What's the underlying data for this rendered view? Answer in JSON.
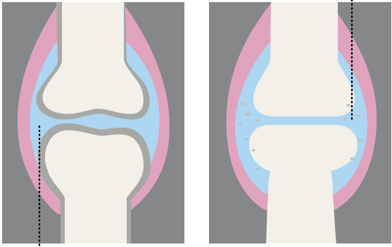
{
  "colors": {
    "page_background": "#ffffff",
    "panel_background": "#858789",
    "bone": "#f2f0e8",
    "synovial_fluid": "#acd6f2",
    "joint_capsule": "#e0a3bd",
    "healthy_cartilage": "#a6a8a6",
    "cartilage_fragments": "#bcc1c3",
    "pointer_line": "#000000"
  },
  "panels": [
    {
      "name": "healthy-joint",
      "cartilage": "intact",
      "pointer": "bottom-left"
    },
    {
      "name": "osteoarthritic-joint",
      "cartilage": "worn",
      "pointer": "top-right"
    }
  ]
}
